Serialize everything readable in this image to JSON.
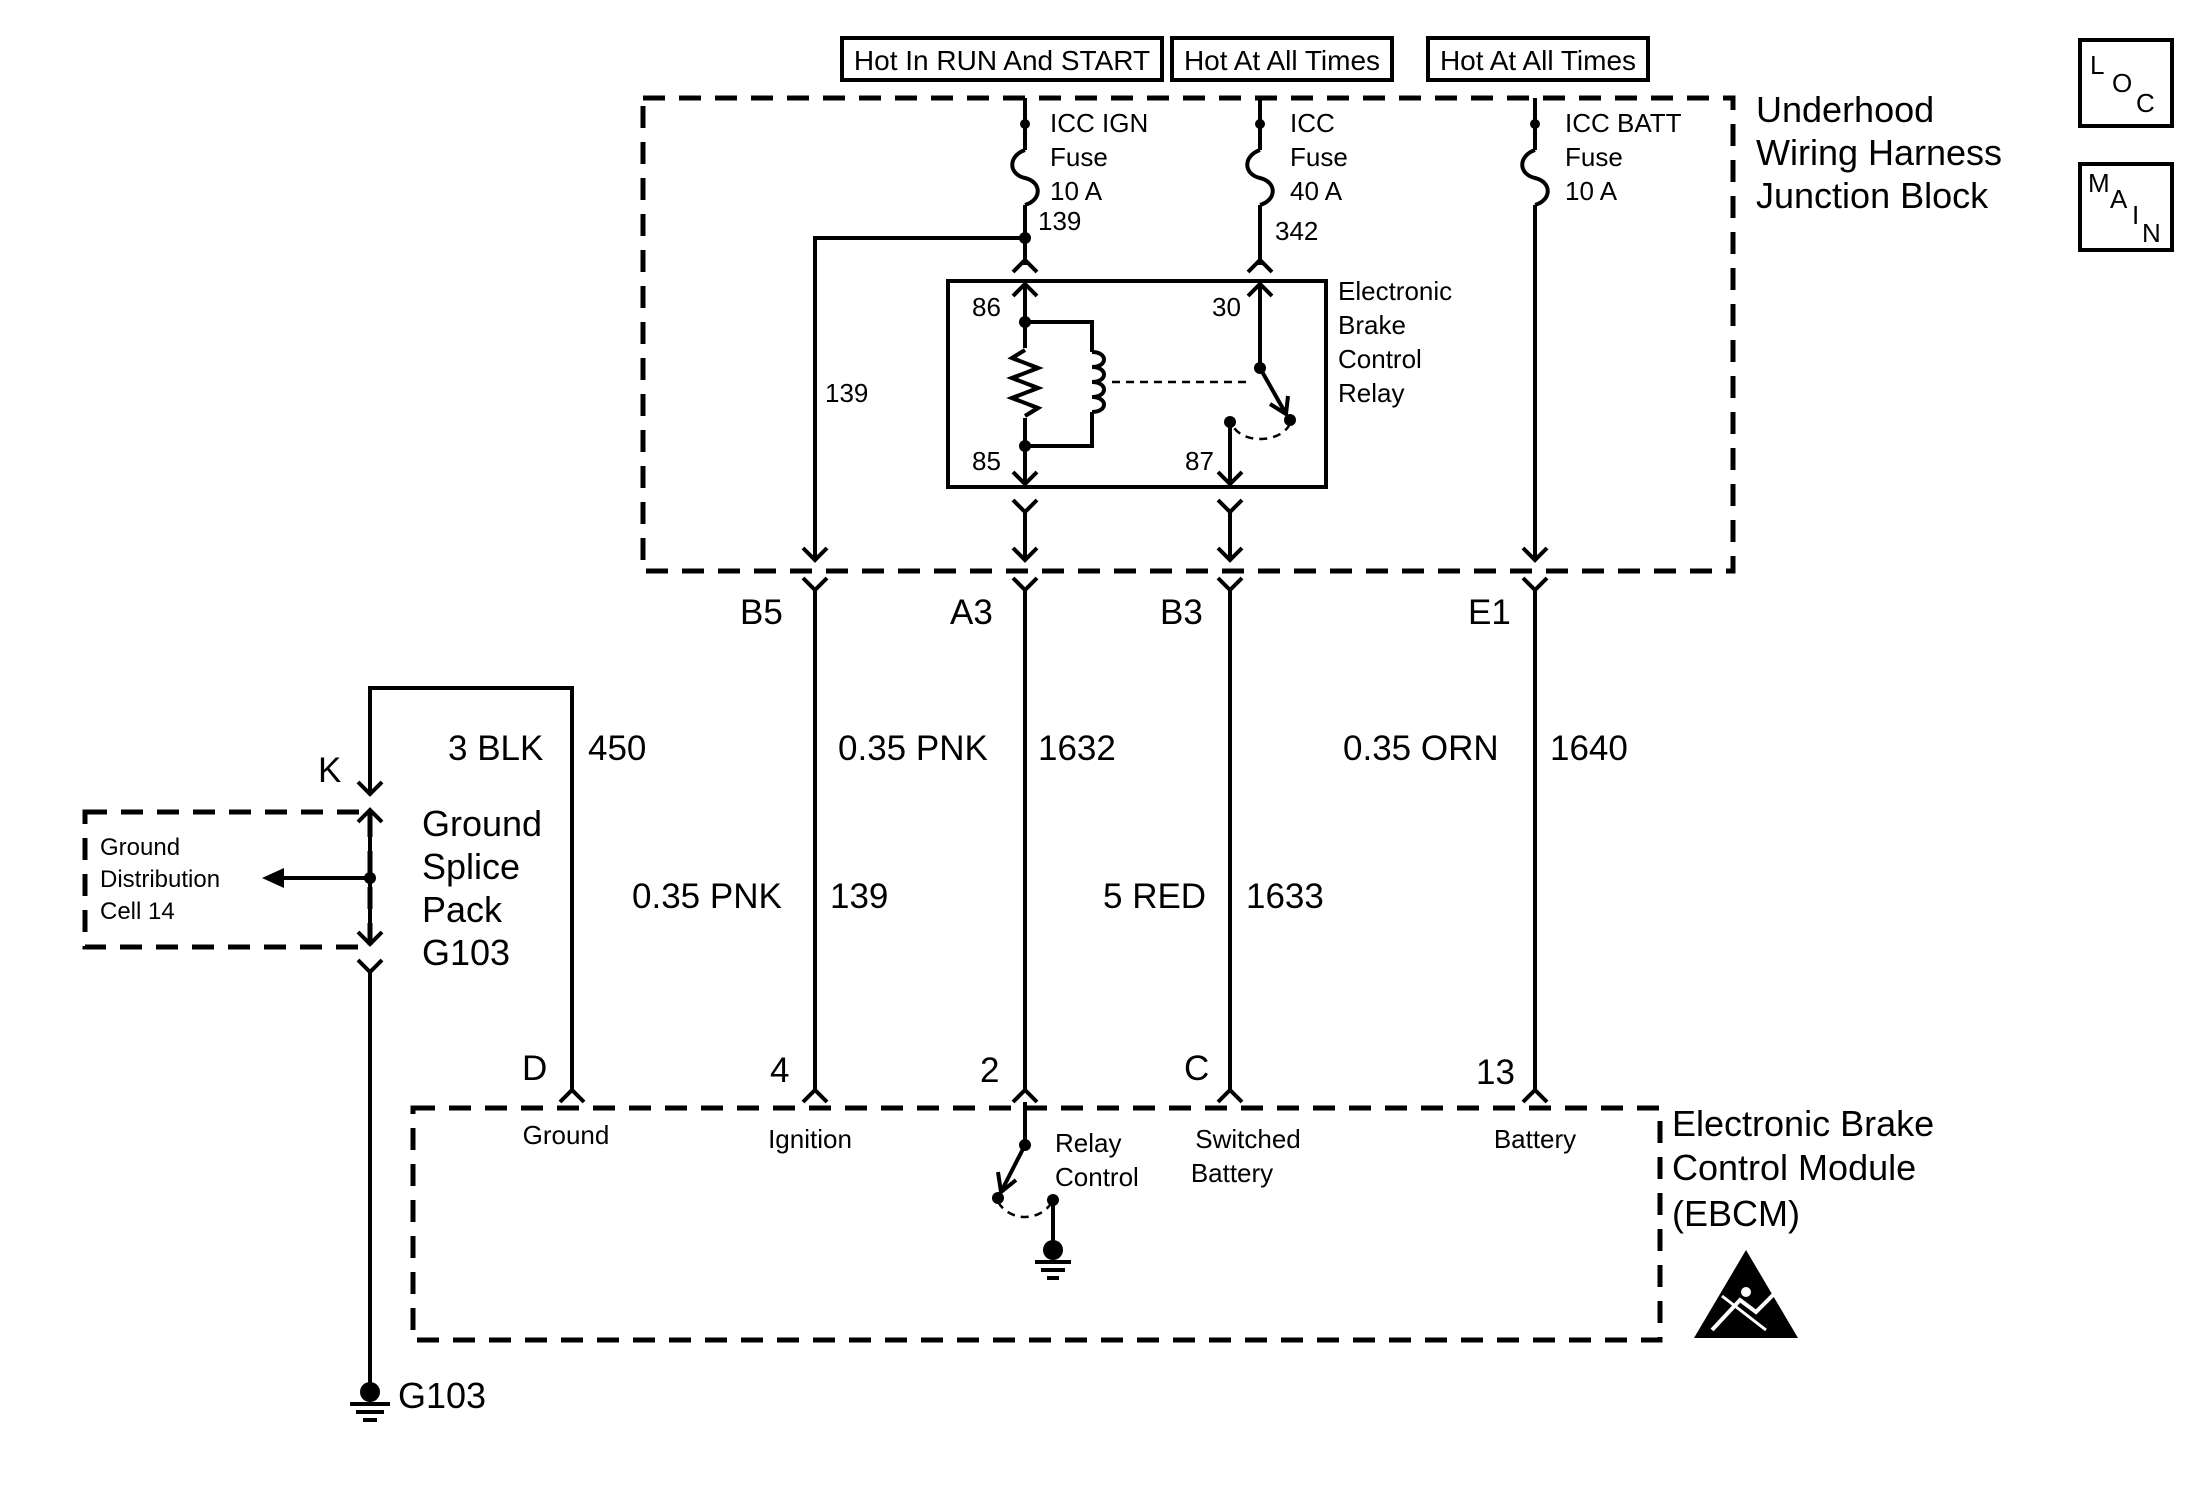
{
  "power_labels": {
    "run_start": "Hot In RUN And START",
    "all_times_1": "Hot At All Times",
    "all_times_2": "Hot At All Times"
  },
  "junction_block": {
    "title_lines": [
      "Underhood",
      "Wiring Harness",
      "Junction Block"
    ]
  },
  "fuses": {
    "ign": {
      "name": "ICC IGN",
      "type": "Fuse",
      "rating": "10 A",
      "circuit": "139"
    },
    "icc": {
      "name": "ICC",
      "type": "Fuse",
      "rating": "40 A",
      "circuit": "342"
    },
    "batt": {
      "name": "ICC BATT",
      "type": "Fuse",
      "rating": "10 A"
    }
  },
  "relay": {
    "title_lines": [
      "Electronic",
      "Brake",
      "Control",
      "Relay"
    ],
    "pin_86": "86",
    "pin_85": "85",
    "pin_30": "30",
    "pin_87": "87"
  },
  "internal_wire_139": "139",
  "connectors": {
    "b5": "B5",
    "a3": "A3",
    "b3": "B3",
    "e1": "E1",
    "k": "K"
  },
  "wires": {
    "w450": {
      "gauge": "3 BLK",
      "circuit": "450"
    },
    "w1632": {
      "gauge": "0.35 PNK",
      "circuit": "1632"
    },
    "w1640": {
      "gauge": "0.35 ORN",
      "circuit": "1640"
    },
    "w139": {
      "gauge": "0.35 PNK",
      "circuit": "139"
    },
    "w1633": {
      "gauge": "5 RED",
      "circuit": "1633"
    }
  },
  "splice_pack": {
    "title_lines": [
      "Ground",
      "Splice",
      "Pack",
      "G103"
    ],
    "ref_lines": [
      "Ground",
      "Distribution",
      "Cell 14"
    ]
  },
  "ebcm": {
    "title_lines": [
      "Electronic Brake",
      "Control Module",
      "(EBCM)"
    ],
    "pins": {
      "d": {
        "pin": "D",
        "label": "Ground"
      },
      "p4": {
        "pin": "4",
        "label": "Ignition"
      },
      "p2": {
        "pin": "2",
        "label_lines": [
          "Relay",
          "Control"
        ]
      },
      "c": {
        "pin": "C",
        "label_lines": [
          "Switched",
          "Battery"
        ]
      },
      "p13": {
        "pin": "13",
        "label": "Battery"
      }
    }
  },
  "ground_g103": "G103",
  "badges": {
    "loc": [
      "L",
      "O",
      "C"
    ],
    "main": [
      "M",
      "A",
      "I",
      "N"
    ]
  },
  "icons": [
    "esd-warning-icon",
    "ground-symbol-icon",
    "fuse-icon",
    "coil-icon",
    "resistor-icon",
    "switch-icon"
  ]
}
